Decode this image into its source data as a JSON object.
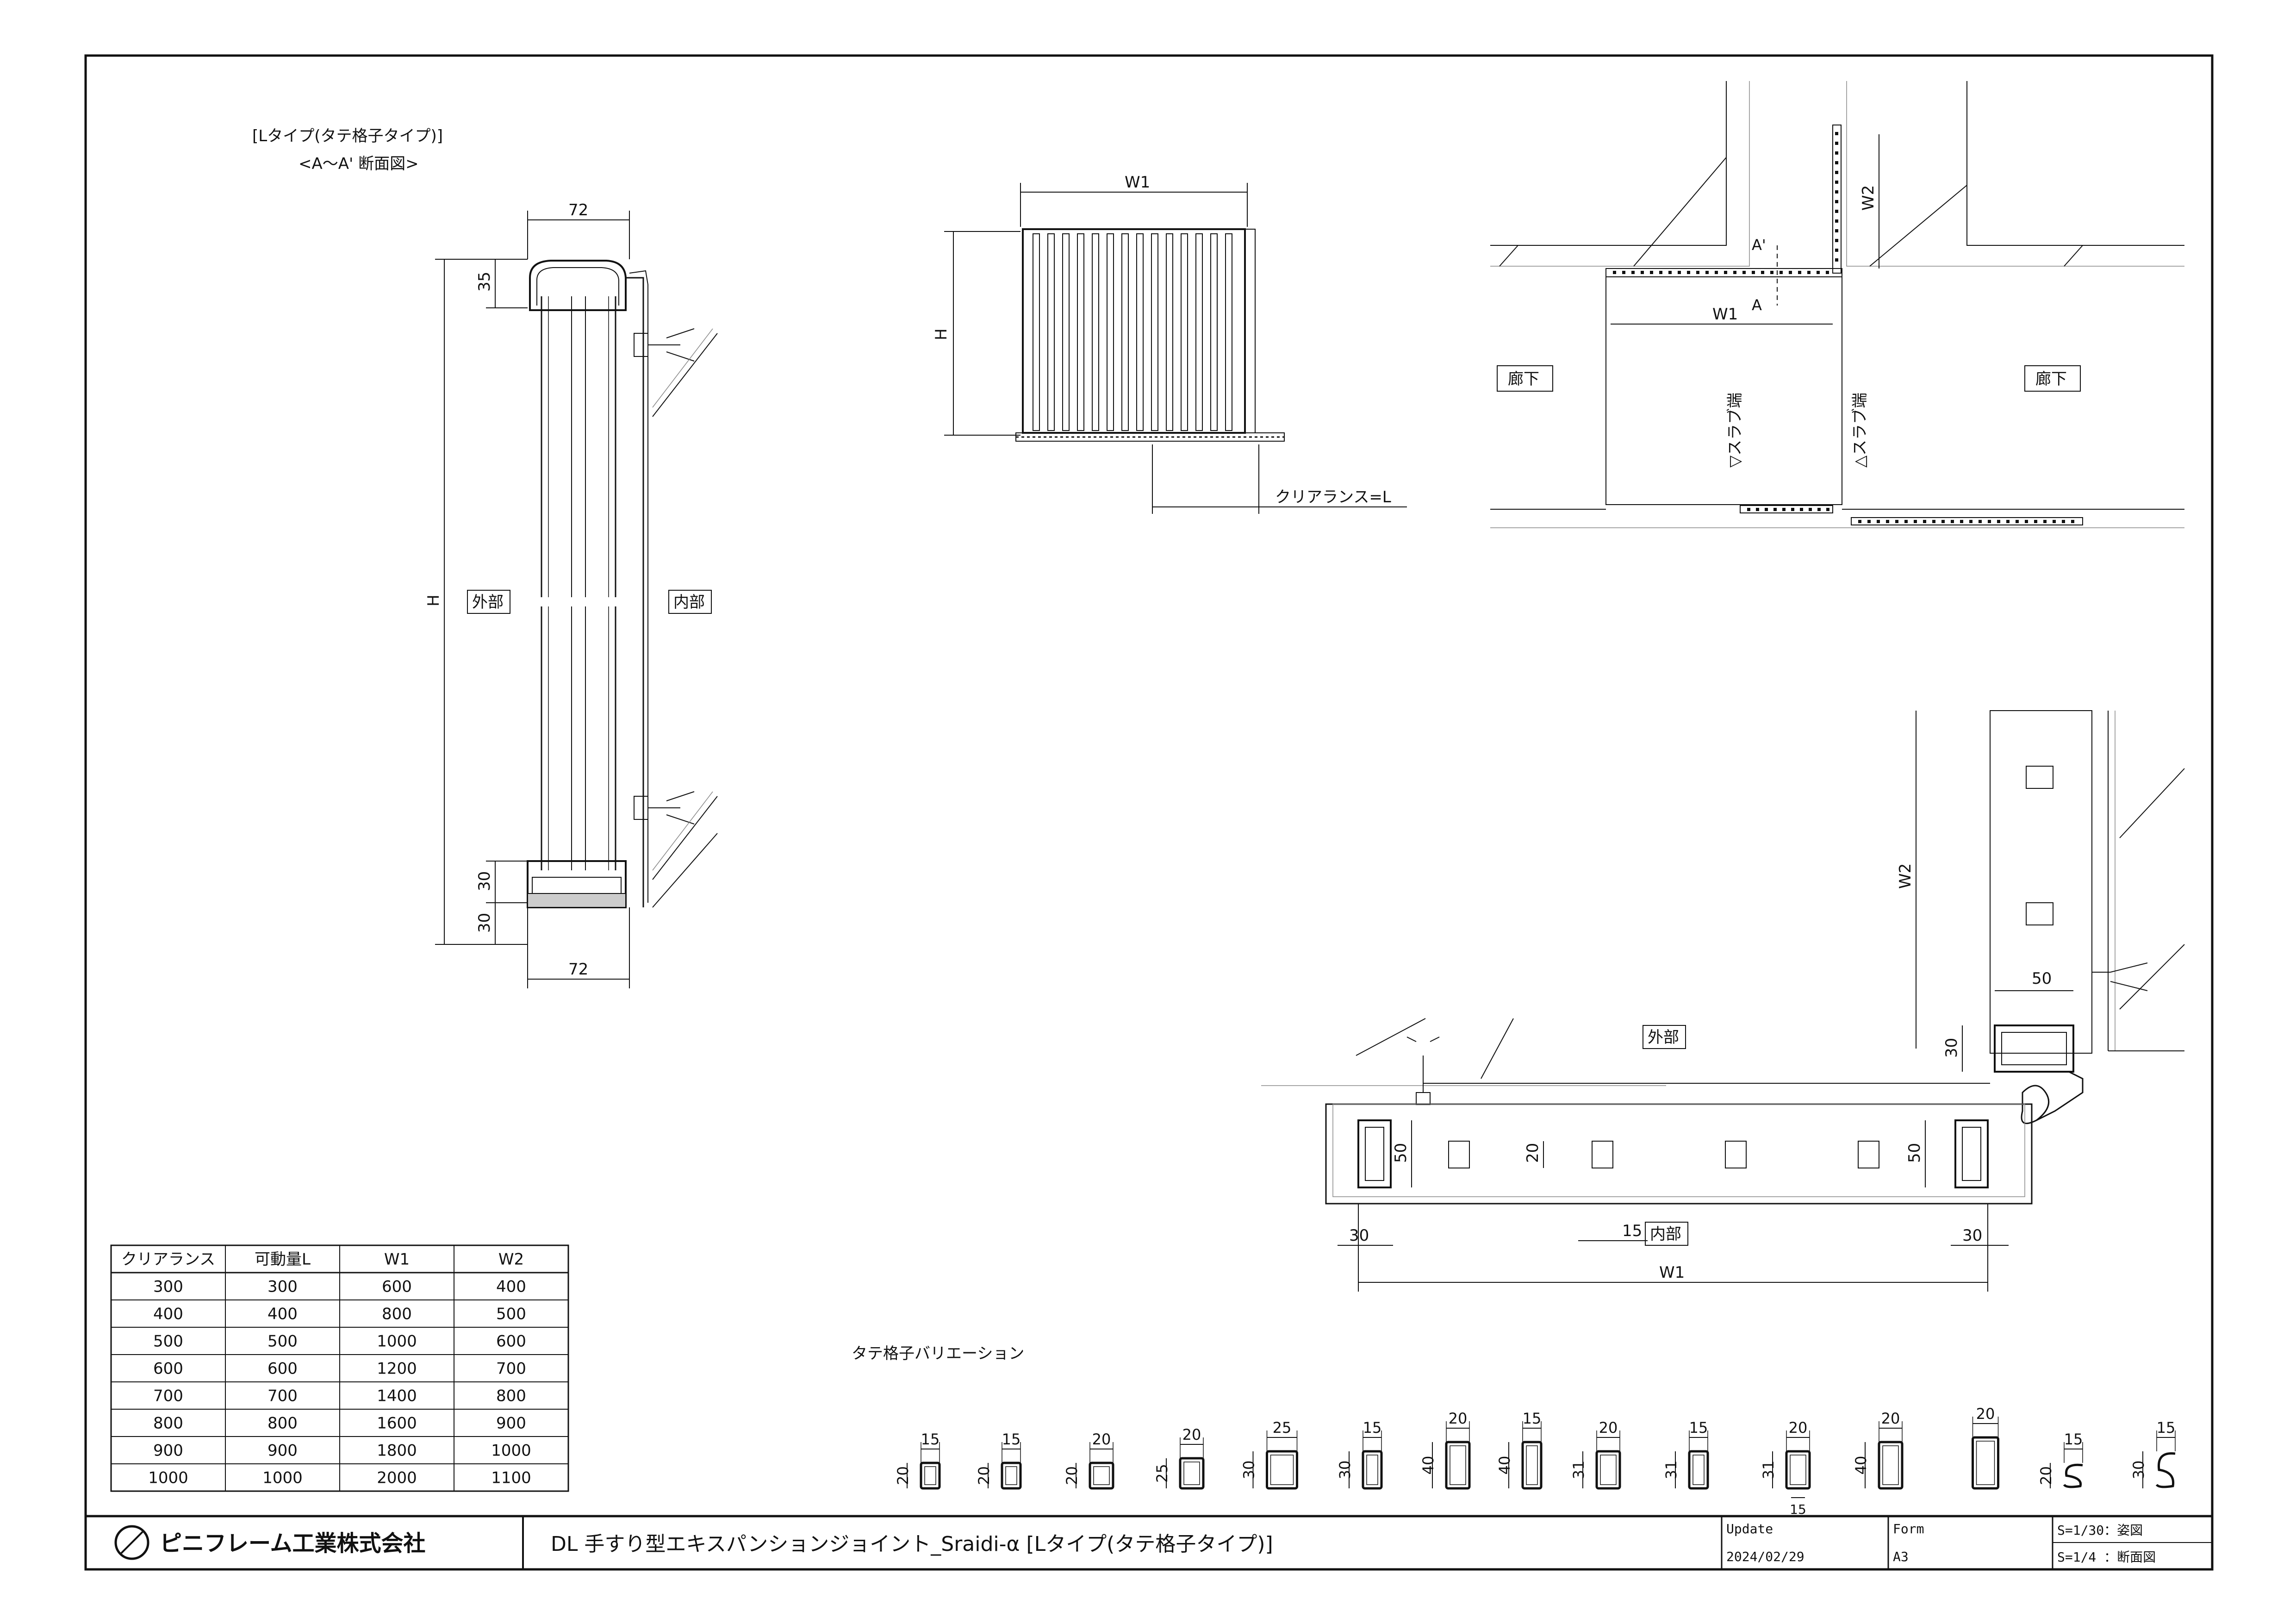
{
  "section": {
    "title": "[Lタイプ(タテ格子タイプ)]",
    "subtitle": "<A～A' 断面図>",
    "dim_top": "72",
    "dim_bottom": "72",
    "dim_35": "35",
    "dim_30a": "30",
    "dim_30b": "30",
    "dim_h": "H",
    "label_outer": "外部",
    "label_inner": "内部"
  },
  "elevation": {
    "dim_w1": "W1",
    "dim_h": "H",
    "clearance": "クリアランス=L"
  },
  "plan": {
    "dim_w1": "W1",
    "dim_w2": "W2",
    "mark_a_top": "A'",
    "mark_a_bottom": "A",
    "corridor_left": "廊下",
    "corridor_right": "廊下",
    "slab_left": "▽スラブ端",
    "slab_right": "△スラブ端"
  },
  "detail": {
    "dim_w2": "W2",
    "dim_50_top": "50",
    "dim_30_top": "30",
    "label_outer": "外部",
    "dim_50_left": "50",
    "dim_20": "20",
    "dim_50_right": "50",
    "dim_15": "15",
    "label_inner": "内部",
    "dim_30_left": "30",
    "dim_30_right": "30",
    "dim_w1": "W1"
  },
  "spec_table": {
    "headers": [
      "クリアランス",
      "可動量L",
      "W1",
      "W2"
    ],
    "rows": [
      [
        "300",
        "300",
        "600",
        "400"
      ],
      [
        "400",
        "400",
        "800",
        "500"
      ],
      [
        "500",
        "500",
        "1000",
        "600"
      ],
      [
        "600",
        "600",
        "1200",
        "700"
      ],
      [
        "700",
        "700",
        "1400",
        "800"
      ],
      [
        "800",
        "800",
        "1600",
        "900"
      ],
      [
        "900",
        "900",
        "1800",
        "1000"
      ],
      [
        "1000",
        "1000",
        "2000",
        "1100"
      ]
    ]
  },
  "variations": {
    "title": "タテ格子バリエーション",
    "items": [
      {
        "w": "15",
        "h": "20"
      },
      {
        "w": "15",
        "h": "20"
      },
      {
        "w": "20",
        "h": "20"
      },
      {
        "w": "20",
        "h": "25"
      },
      {
        "w": "25",
        "h": "30"
      },
      {
        "w": "15",
        "h": "30"
      },
      {
        "w": "20",
        "h": "40"
      },
      {
        "w": "15",
        "h": "40"
      },
      {
        "w": "20",
        "h": "31"
      },
      {
        "w": "15",
        "h": "31"
      },
      {
        "w": "20",
        "h": "31",
        "extra": "15"
      },
      {
        "w": "20",
        "h": "40"
      },
      {
        "w": "20",
        "h": ""
      },
      {
        "w": "15",
        "h": "20"
      },
      {
        "w": "15",
        "h": "30"
      }
    ]
  },
  "title_block": {
    "company": "ピニフレーム工業株式会社",
    "drawing_title": "DL 手すり型エキスパンションジョイント_Sraidi-α [Lタイプ(タテ格子タイプ)]",
    "update_label": "Update",
    "update_value": "2024/02/29",
    "form_label": "Form",
    "form_value": "A3",
    "scale_1": "S=1/30：姿図",
    "scale_2": "S=1/4 ：断面図"
  }
}
